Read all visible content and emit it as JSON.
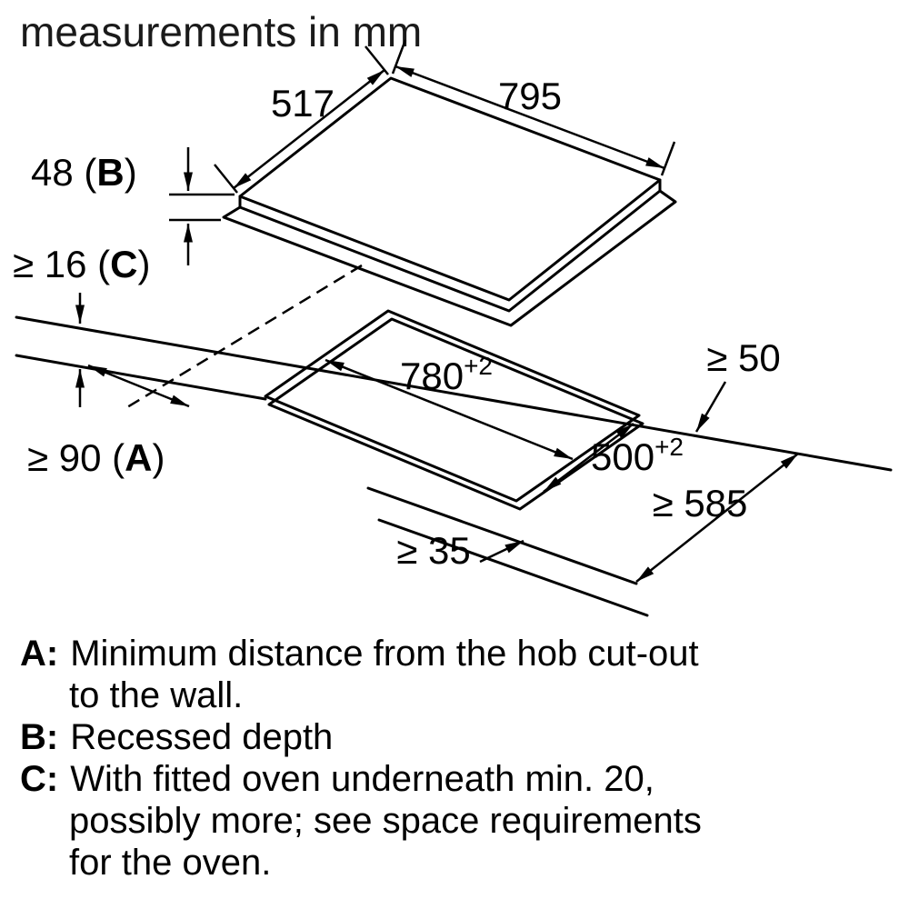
{
  "title": "measurements in mm",
  "diagram": {
    "dims": {
      "hob_depth": "517",
      "hob_width": "795",
      "recessed_depth": {
        "pre": "48 (",
        "letter": "B",
        "post": ")"
      },
      "worktop_thickness": {
        "pre": "≥ 16 (",
        "letter": "C",
        "post": ")"
      },
      "cutout_length": {
        "value": "780",
        "tolerance": "+2"
      },
      "cutout_width": {
        "value": "500",
        "tolerance": "+2"
      },
      "rear_clearance": "≥ 50",
      "side_clearance": {
        "pre": "≥ 90 (",
        "letter": "A",
        "post": ")"
      },
      "worktop_depth": "≥ 585",
      "front_clearance": "≥ 35"
    }
  },
  "legend": [
    {
      "letter": "A",
      "sep": ":",
      "lines": [
        "Minimum distance from the hob cut-out",
        "to the wall."
      ]
    },
    {
      "letter": "B",
      "sep": ":",
      "lines": [
        "Recessed depth"
      ]
    },
    {
      "letter": "C",
      "sep": ":",
      "lines": [
        "With fitted oven underneath min. 20,",
        "possibly more; see space requirements",
        "for the oven."
      ]
    }
  ]
}
